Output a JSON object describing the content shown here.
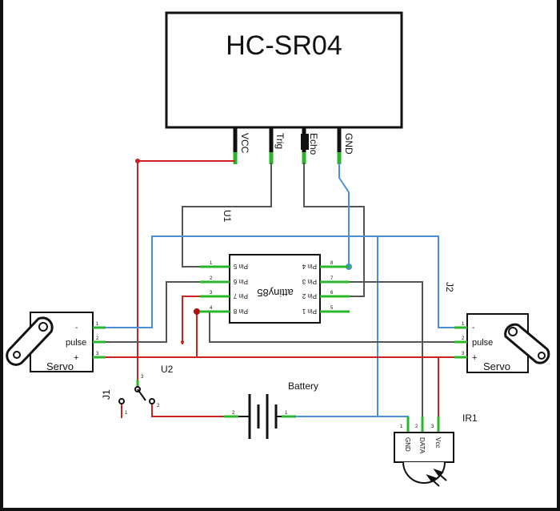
{
  "sensor": {
    "title": "HC-SR04",
    "pins": [
      "VCC",
      "Trig",
      "Echo",
      "GND"
    ]
  },
  "mcu": {
    "name": "attiny85",
    "label": "U1",
    "left_pins": [
      "Pin 5",
      "Pin 6",
      "Pin 7",
      "Pin 8"
    ],
    "left_nums": [
      "1",
      "2",
      "3",
      "4"
    ],
    "right_pins": [
      "Pin 4",
      "Pin 3",
      "Pin 2",
      "Pin 1"
    ],
    "right_nums": [
      "8",
      "7",
      "6",
      "5"
    ]
  },
  "servo_left": {
    "label": "Servo",
    "pins": [
      "-",
      "pulse",
      "+"
    ],
    "pin_nums": [
      "1",
      "2",
      "3"
    ]
  },
  "servo_right": {
    "label": "Servo",
    "pins": [
      "-",
      "pulse",
      "+"
    ],
    "pin_nums": [
      "1",
      "2",
      "3"
    ]
  },
  "switch": {
    "ref": "J1",
    "label": "U2",
    "pin_nums": [
      "3",
      "2",
      "1"
    ]
  },
  "battery": {
    "label": "Battery",
    "pin_nums": [
      "2",
      "1"
    ]
  },
  "servo_ref": "J2",
  "ir": {
    "ref": "IR1",
    "pins": [
      "GND",
      "DATA",
      "Vcc"
    ],
    "pin_nums": [
      "1",
      "2",
      "3"
    ]
  },
  "colors": {
    "wire_gray": "#555555",
    "wire_blue": "#4a90d9",
    "wire_red": "#cc2222",
    "pin_green": "#2bb52b"
  }
}
